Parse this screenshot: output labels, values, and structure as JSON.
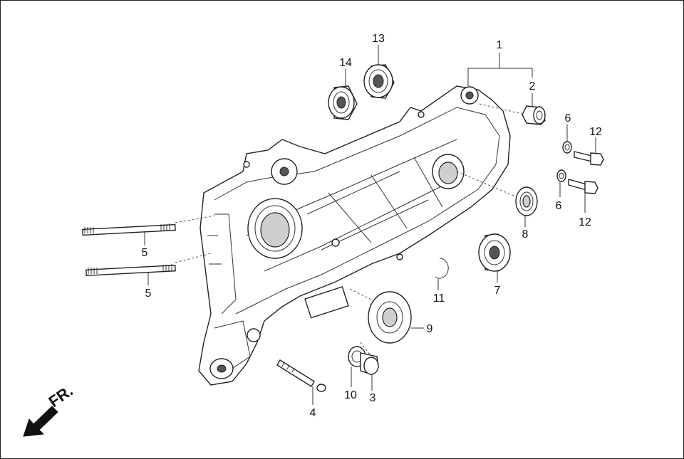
{
  "labels": {
    "p1": "1",
    "p2": "2",
    "p3": "3",
    "p4": "4",
    "p5a": "5",
    "p5b": "5",
    "p6a": "6",
    "p6b": "6",
    "p7": "7",
    "p8": "8",
    "p9": "9",
    "p10": "10",
    "p11": "11",
    "p12a": "12",
    "p12b": "12",
    "p13": "13",
    "p14": "14"
  },
  "direction": {
    "text": "FR."
  },
  "colors": {
    "line": "#222222",
    "background": "#ffffff"
  }
}
